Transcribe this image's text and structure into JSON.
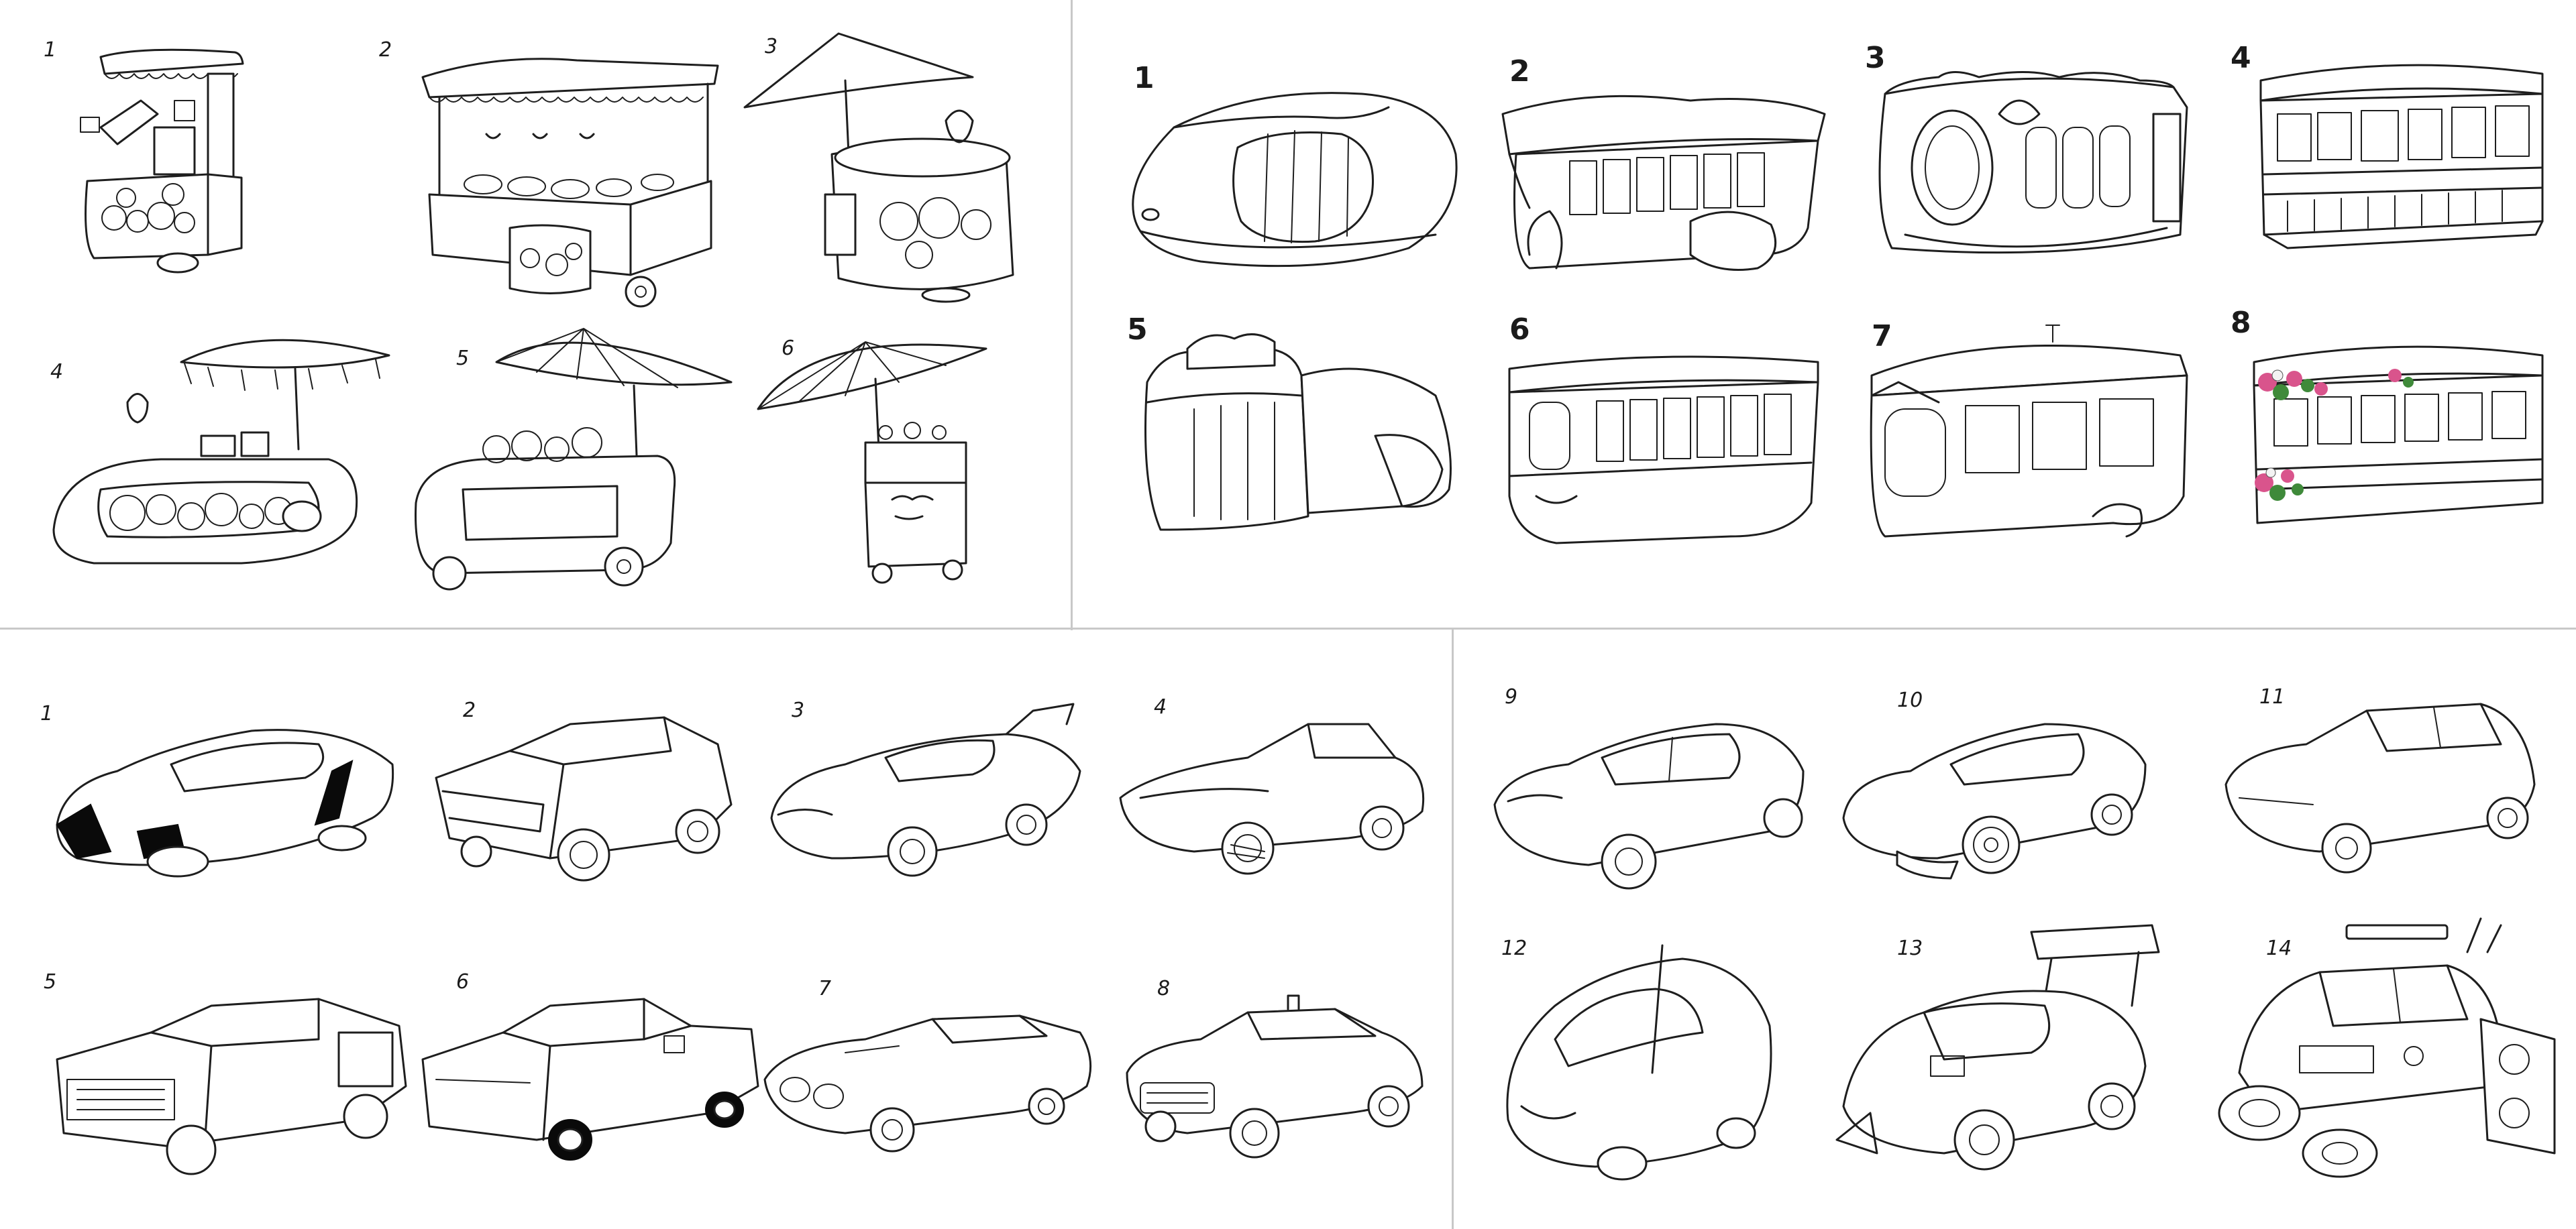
{
  "panels": {
    "carts": {
      "labels": [
        "1",
        "2",
        "3",
        "4",
        "5",
        "6"
      ]
    },
    "trams": {
      "labels": [
        "1",
        "2",
        "3",
        "4",
        "5",
        "6",
        "7",
        "8"
      ]
    },
    "cars": {
      "labels": [
        "1",
        "2",
        "3",
        "4",
        "5",
        "6",
        "7",
        "8"
      ]
    },
    "cars_more": {
      "labels": [
        "9",
        "10",
        "11",
        "12",
        "13",
        "14"
      ]
    }
  },
  "colors": {
    "line": "#1e1e1e",
    "divider": "#c8c8c8",
    "flower_pink": "#d9548c",
    "flower_green": "#3f8a3a"
  }
}
